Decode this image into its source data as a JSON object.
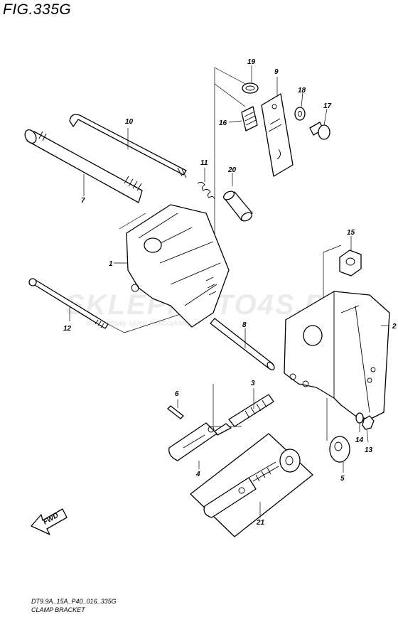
{
  "figure": {
    "title": "FIG.335G",
    "code": "DT9.9A_15A_P40_016_335G",
    "caption": "CLAMP BRACKET",
    "fwd_label": "FWD"
  },
  "watermark": {
    "text": "SKLEPMOTO4S.PL",
    "subtext": "internetowy sklep motocyklowy"
  },
  "callouts": {
    "c1": "1",
    "c2": "2",
    "c3": "3",
    "c4": "4",
    "c5": "5",
    "c6": "6",
    "c7": "7",
    "c8": "8",
    "c9": "9",
    "c10": "10",
    "c11": "11",
    "c12": "12",
    "c13": "13",
    "c14": "14",
    "c15": "15",
    "c16": "16",
    "c17": "17",
    "c18": "18",
    "c19": "19",
    "c20": "20",
    "c21": "21"
  }
}
